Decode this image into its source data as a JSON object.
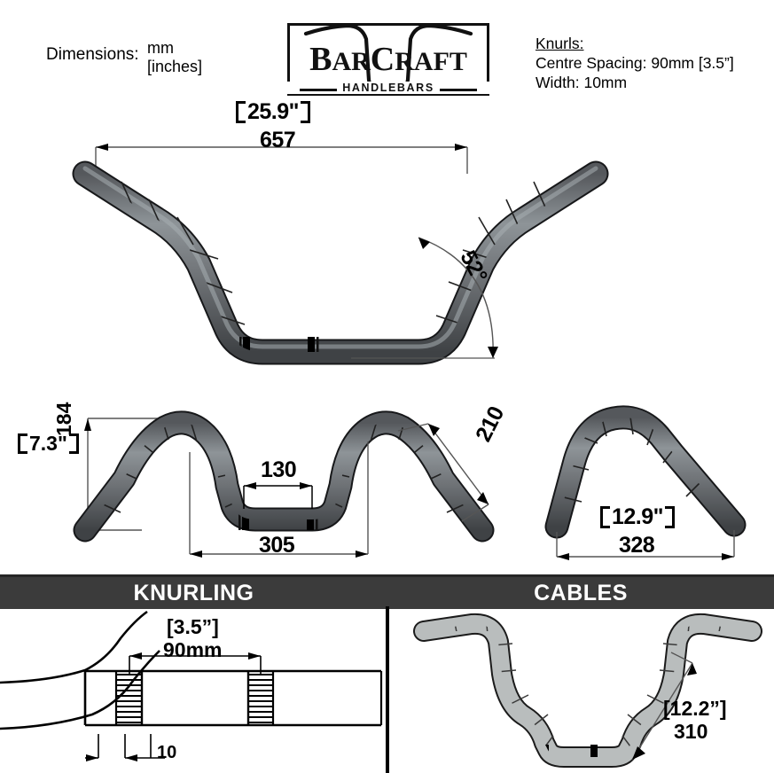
{
  "document": {
    "title": "BarCraft Handlebars Technical Drawing",
    "type": "technical-drawing"
  },
  "header": {
    "dimensions_label": "Dimensions:",
    "unit_primary": "mm",
    "unit_secondary": "[inches]",
    "knurls_title": "Knurls:",
    "knurls_spacing": "Centre Spacing: 90mm [3.5”]",
    "knurls_width": "Width: 10mm"
  },
  "logo": {
    "word_b": "B",
    "word_ar": "AR",
    "word_c": "C",
    "word_raft": "RAFT",
    "subtitle": "HANDLEBARS"
  },
  "views": {
    "front": {
      "name": "front-view",
      "width_inch": "25.9\"",
      "width_mm": "657",
      "angle": "52°"
    },
    "side": {
      "name": "side-view",
      "height_inch": "7.3\"",
      "height_mm": "184",
      "center_mm": "130",
      "span_mm": "305",
      "riser_mm": "210"
    },
    "end": {
      "name": "end-view",
      "width_inch": "12.9\"",
      "width_mm": "328"
    }
  },
  "sections": {
    "knurling": {
      "banner": "KNURLING",
      "spacing_inch": "[3.5”]",
      "spacing_mm": "90mm",
      "band_width": "10"
    },
    "cables": {
      "banner": "CABLES",
      "length_inch": "[12.2”]",
      "length_mm": "310"
    }
  },
  "colors": {
    "tube_dark": "#4a4d50",
    "tube_mid": "#6e7276",
    "tube_light": "#9aa0a4",
    "tube_outline": "#1a1a1a",
    "knurl_band": "#000000",
    "banner_bg": "#3b3b3b",
    "banner_text": "#ffffff",
    "cable_fill": "#b9bdbd",
    "line": "#000000",
    "dim_line": "#555555"
  }
}
